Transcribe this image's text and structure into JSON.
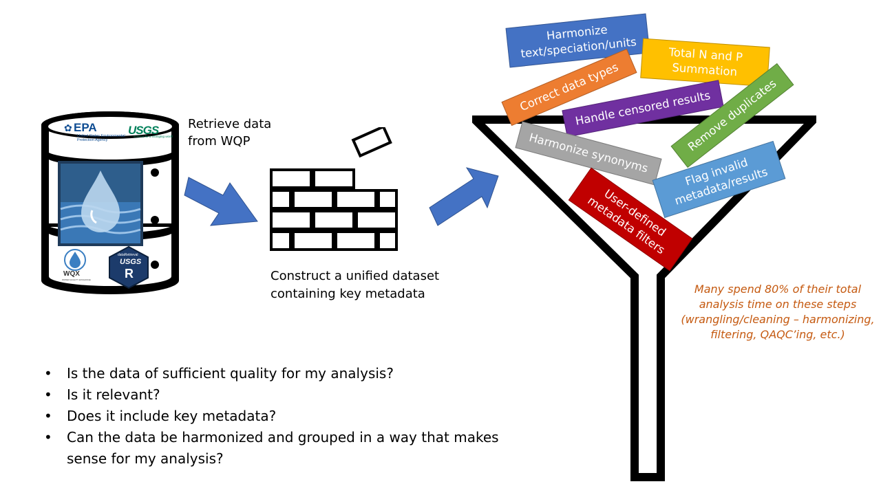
{
  "steps": {
    "retrieve": "Retrieve data from WQP",
    "construct": "Construct a unified dataset containing key metadata"
  },
  "logos": {
    "epa": "EPA",
    "epa_sub": "United States Environmental Protection Agency",
    "usgs": "USGS",
    "usgs_sub": "science for a changing world",
    "wqx": "WQX",
    "wqx_sub": "WATER QUALITY EXCHANGE",
    "dataretrieval": "dataRetrieval",
    "dr_usgs": "USGS",
    "dr_r": "R"
  },
  "funnel_labels": [
    {
      "id": "harmonize-text",
      "text": "Harmonize text/speciation/units",
      "color": "#4472C4"
    },
    {
      "id": "total-np",
      "text": "Total N and P Summation",
      "color": "#FFC000"
    },
    {
      "id": "correct-types",
      "text": "Correct data types",
      "color": "#ED7D31"
    },
    {
      "id": "censored",
      "text": "Handle censored results",
      "color": "#7030A0"
    },
    {
      "id": "duplicates",
      "text": "Remove duplicates",
      "color": "#70AD47"
    },
    {
      "id": "synonyms",
      "text": "Harmonize synonyms",
      "color": "#A5A5A5"
    },
    {
      "id": "flag-invalid",
      "text": "Flag invalid metadata/results",
      "color": "#5B9BD5"
    },
    {
      "id": "user-filters",
      "text": "User-defined metadata filters",
      "color": "#C00000"
    }
  ],
  "note": "Many spend 80% of their total analysis time on these steps (wrangling/cleaning – harmonizing, filtering, QAQC’ing, etc.)",
  "questions": [
    "Is the data of sufficient quality for my analysis?",
    "Is it relevant?",
    "Does it include key metadata?",
    "Can the data be harmonized and grouped in a way that makes sense for my analysis?"
  ],
  "colors": {
    "arrow": "#4472C4",
    "note": "#C55A11",
    "funnel": "#000000"
  }
}
